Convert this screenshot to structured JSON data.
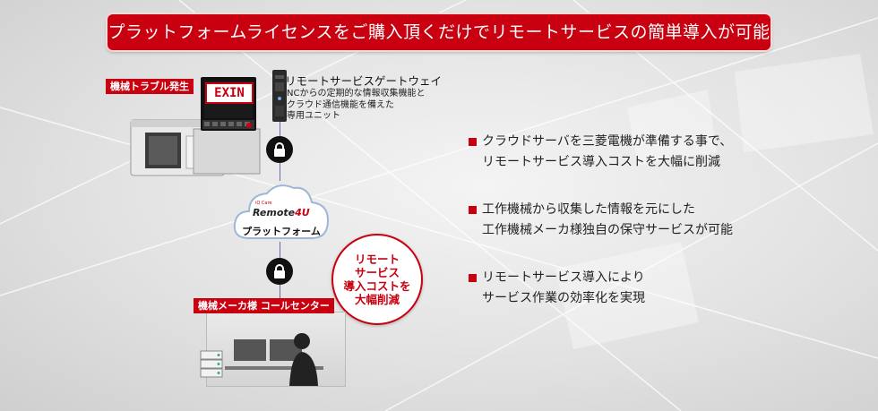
{
  "banner": {
    "title": "プラットフォームライセンスをご購入頂くだけでリモートサービスの簡単導入が可能"
  },
  "machine": {
    "trouble_tag": "機械トラブル発生",
    "alarm_text": "EXIN"
  },
  "gateway": {
    "title": "リモートサービスゲートウェイ",
    "desc_lines": [
      "NCからの定期的な情報収集機能と",
      "クラウド通信機能を備えた",
      "専用ユニット"
    ]
  },
  "cloud": {
    "logo_small": "iQ Care",
    "logo": "Remote",
    "logo_accent": "4U",
    "label": "プラットフォーム"
  },
  "maker": {
    "tag": "機械メーカ様 コールセンター"
  },
  "badge": {
    "lines": [
      "リモート",
      "サービス",
      "導入コストを",
      "大幅削減"
    ]
  },
  "bullets": [
    {
      "lines": [
        "クラウドサーバを三菱電機が準備する事で、",
        "リモートサービス導入コストを大幅に削減"
      ]
    },
    {
      "lines": [
        "工作機械から収集した情報を元にした",
        "工作機械メーカ様独自の保守サービスが可能"
      ]
    },
    {
      "lines": [
        "リモートサービス導入により",
        "サービス作業の効率化を実現"
      ]
    }
  ],
  "colors": {
    "accent": "#c8000f",
    "line": "#6a6aa8"
  }
}
